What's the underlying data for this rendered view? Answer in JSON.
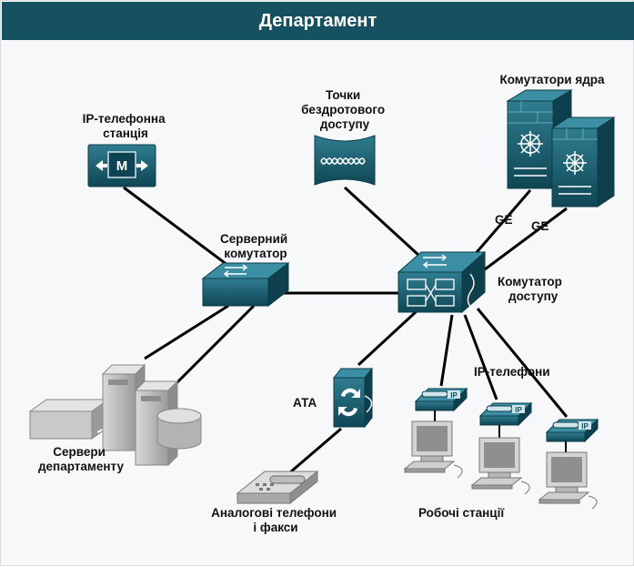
{
  "title": "Департамент",
  "labels": {
    "ip_pbx": [
      "IP-телефонна",
      "станція"
    ],
    "wireless": [
      "Точки",
      "бездротового",
      "доступу"
    ],
    "core": [
      "Комутатори ядра"
    ],
    "server_switch": [
      "Серверний",
      "комутатор"
    ],
    "access_switch": [
      "Комутатор",
      "доступу"
    ],
    "ge_left": "GE",
    "ge_right": "GE",
    "ip_phones": [
      "IP-телефони"
    ],
    "ata": "АТА",
    "servers": [
      "Сервери",
      "департаменту"
    ],
    "analog": [
      "Аналогові телефони",
      "і факси"
    ],
    "workstations": [
      "Робочі станції"
    ]
  },
  "icons": {
    "phone_ip_text": "IP",
    "pbx_m": "M"
  },
  "colors": {
    "title_bg": "#155160",
    "device_teal": "#155d6e",
    "device_light": "#cfe3ea",
    "gray_device": "#bfbfbf",
    "link": "#000000"
  }
}
